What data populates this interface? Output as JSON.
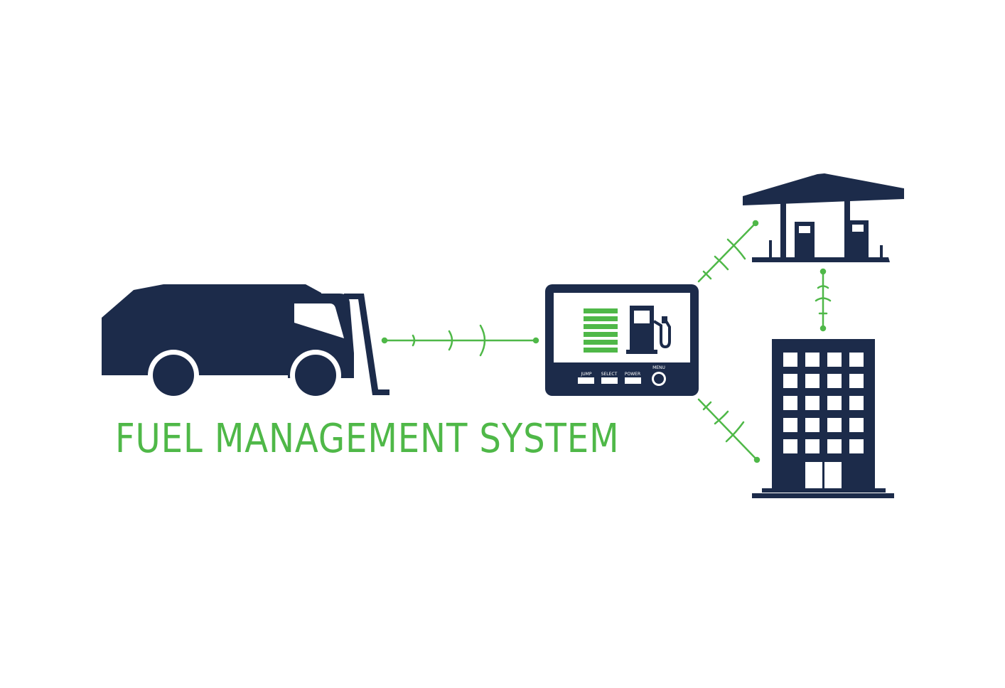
{
  "title": "FUEL MANAGEMENT SYSTEM",
  "colors": {
    "navy": "#1c2b4a",
    "green": "#4fb848",
    "background": "#ffffff"
  },
  "terminal": {
    "buttons": [
      "JUMP",
      "SELECT",
      "POWER"
    ],
    "knob_label": "MENU",
    "level_bars": 6
  },
  "icons": {
    "vehicle": "fuel-truck-icon",
    "terminal": "fuel-terminal-icon",
    "station": "gas-station-icon",
    "office": "office-building-icon",
    "link": "wireless-signal-icon"
  }
}
